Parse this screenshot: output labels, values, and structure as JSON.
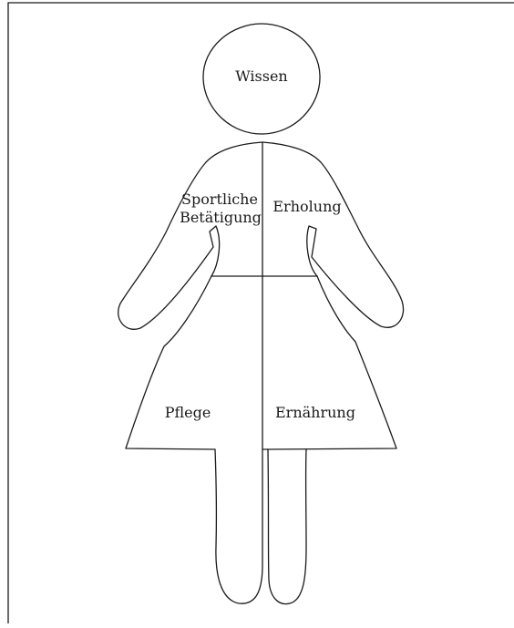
{
  "diagram": {
    "head_label": "Wissen",
    "left_shoulder_label_line1": "Sportliche",
    "left_shoulder_label_line2": "Betätigung",
    "right_shoulder_label": "Erholung",
    "left_skirt_label": "Pflege",
    "right_skirt_label": "Ernährung"
  }
}
